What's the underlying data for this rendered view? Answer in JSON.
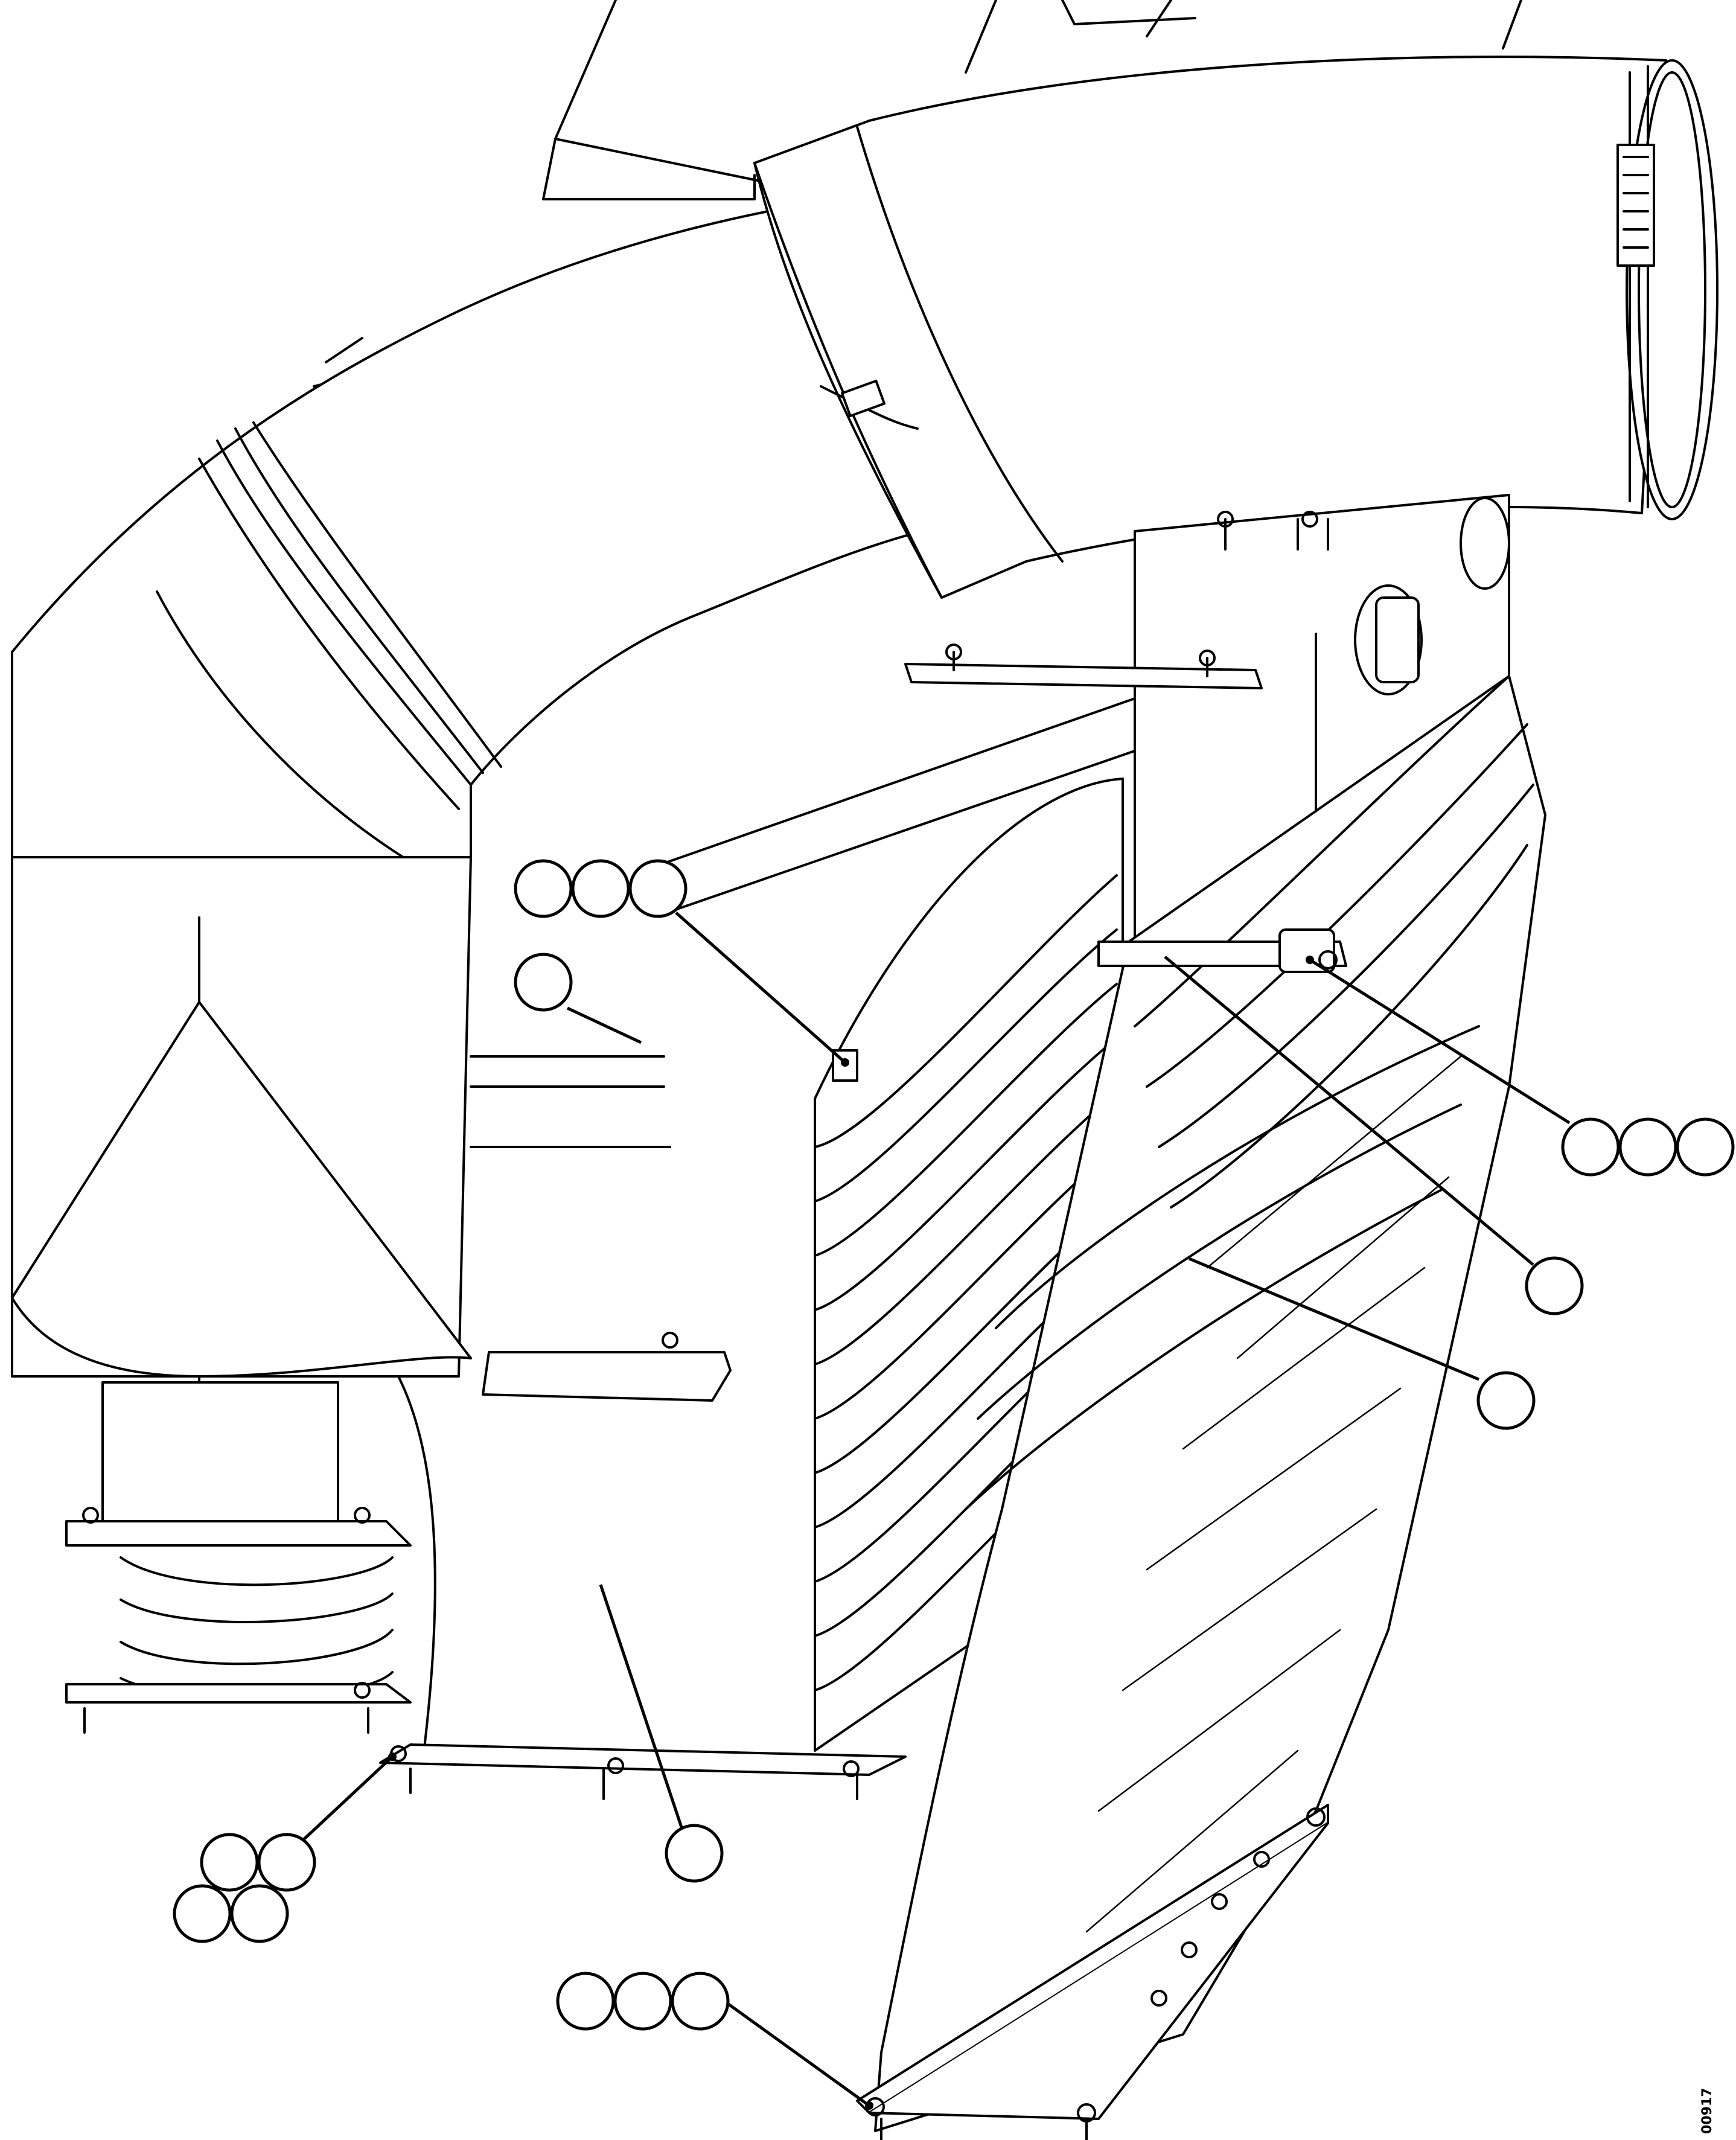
{
  "drawing": {
    "reference_code": "00917"
  },
  "callouts": [
    {
      "id": "callout-1",
      "text": ""
    },
    {
      "id": "callout-2",
      "text": ""
    },
    {
      "id": "callout-3",
      "text": ""
    },
    {
      "id": "callout-4",
      "text": ""
    },
    {
      "id": "callout-5",
      "text": ""
    },
    {
      "id": "callout-6",
      "text": ""
    },
    {
      "id": "callout-7",
      "text": ""
    },
    {
      "id": "callout-8",
      "text": ""
    },
    {
      "id": "callout-9",
      "text": ""
    }
  ]
}
